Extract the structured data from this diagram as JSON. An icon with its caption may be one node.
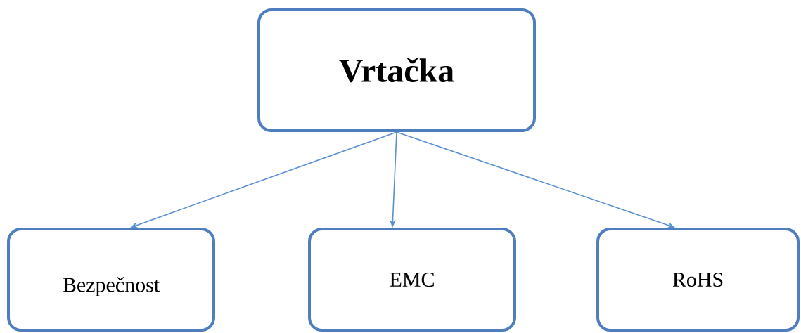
{
  "diagram": {
    "nodes": [
      {
        "text": [
          "Vrtačka"
        ]
      },
      {
        "text": [
          "Bezpečnost"
        ]
      },
      {
        "text": [
          "EMC"
        ]
      },
      {
        "text": [
          "RoHS"
        ]
      }
    ],
    "edges": [
      {
        "from": 0,
        "to": 1,
        "arrow": "to"
      },
      {
        "from": 0,
        "to": 2,
        "arrow": "to"
      },
      {
        "from": 0,
        "to": 3,
        "arrow": "to"
      }
    ]
  }
}
